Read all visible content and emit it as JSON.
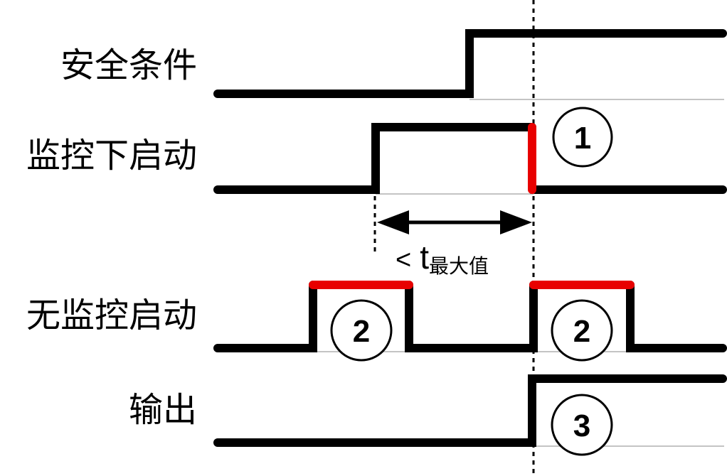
{
  "signals": {
    "safety_condition": "安全条件",
    "monitored_start": "监控下启动",
    "unmonitored_start": "无监控启动",
    "output": "输出"
  },
  "timing": {
    "less_than": "<",
    "t": "t",
    "t_subscript": "最大值"
  },
  "markers": [
    "1",
    "2",
    "2",
    "3"
  ],
  "colors": {
    "trace": "#000000",
    "highlight": "#e80000",
    "baseline": "#8a8a8a"
  }
}
